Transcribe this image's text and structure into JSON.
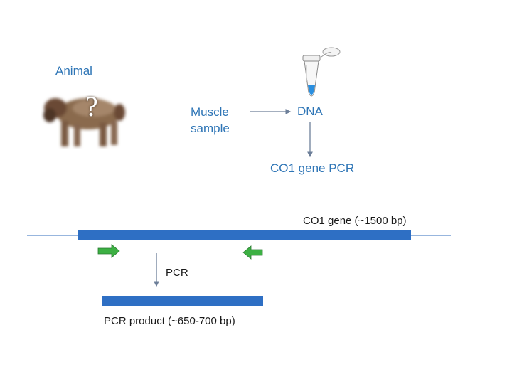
{
  "animal": {
    "label": "Animal",
    "unknown_mark": "?"
  },
  "sample": {
    "label_line1": "Muscle",
    "label_line2": "sample"
  },
  "dna": {
    "label": "DNA"
  },
  "pcr_step": {
    "label": "CO1 gene PCR"
  },
  "gene": {
    "label": "CO1 gene (~1500 bp)"
  },
  "pcr": {
    "label": "PCR"
  },
  "product": {
    "label": "PCR product (~650-700 bp)"
  },
  "colors": {
    "text_blue": "#2e75b6",
    "gene_bar": "#2e6fc4",
    "genome_line": "#5b8bc9",
    "primer_green": "#3cb043",
    "arrow_gray": "#6d7f99"
  },
  "icons": [
    "animal-silhouette",
    "microcentrifuge-tube-icon",
    "forward-primer-icon",
    "reverse-primer-icon"
  ]
}
